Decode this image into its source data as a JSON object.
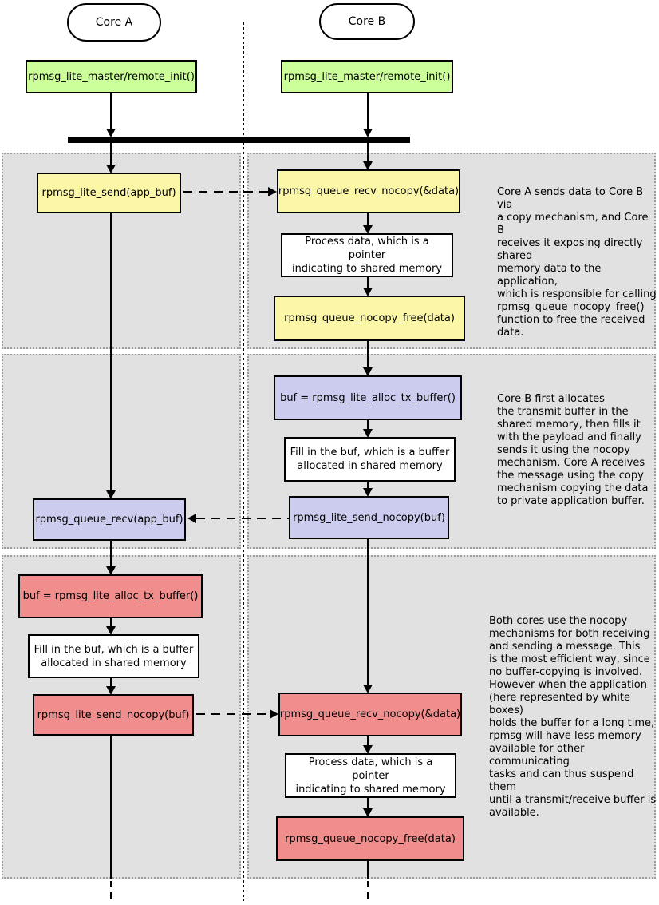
{
  "actors": {
    "core_a": "Core A",
    "core_b": "Core B"
  },
  "init_boxes": {
    "core_a": "rpmsg_lite_master/remote_init()",
    "core_b": "rpmsg_lite_master/remote_init()"
  },
  "sections": [
    {
      "id": "copy-mechanism",
      "boxes": {
        "a_send": "rpmsg_lite_send(app_buf)",
        "b_recv": "rpmsg_queue_recv_nocopy(&data)",
        "b_process": "Process data, which is a pointer\nindicating to shared memory",
        "b_free": "rpmsg_queue_nocopy_free(data)"
      },
      "note": "Core A sends data to Core B via\na copy mechanism, and Core B\nreceives it exposing directly shared\nmemory data to the application,\nwhich is responsible for calling\nrpmsg_queue_nocopy_free()\nfunction to free the received data."
    },
    {
      "id": "nocopy-send",
      "boxes": {
        "b_alloc": "buf = rpmsg_lite_alloc_tx_buffer()",
        "b_fill": "Fill in the buf, which is a buffer\nallocated in shared memory",
        "b_send": "rpmsg_lite_send_nocopy(buf)",
        "a_recv": "rpmsg_queue_recv(app_buf)"
      },
      "note": "Core B first allocates\nthe transmit buffer in the\nshared memory, then fills it\nwith the payload and finally\nsends it using the nocopy\nmechanism. Core A receives\nthe message using the copy\nmechanism copying the data\nto private application buffer."
    },
    {
      "id": "nocopy-both",
      "boxes": {
        "a_alloc": "buf = rpmsg_lite_alloc_tx_buffer()",
        "a_fill": "Fill in the buf, which is a buffer\nallocated in shared memory",
        "a_send": "rpmsg_lite_send_nocopy(buf)",
        "b_recv": "rpmsg_queue_recv_nocopy(&data)",
        "b_process": "Process data, which is a pointer\nindicating to shared memory",
        "b_free": "rpmsg_queue_nocopy_free(data)"
      },
      "note": "Both cores use the nocopy\nmechanisms for both receiving\nand sending a message. This\nis the most efficient way, since\nno buffer-copying is involved.\nHowever when the application\n(here represented by white boxes)\nholds the buffer for a long time,\nrpmsg will have less memory\navailable for other communicating\ntasks and can thus suspend them\nuntil a transmit/receive buffer is\navailable."
    }
  ],
  "colors": {
    "green": "#ccff99",
    "yellow": "#fcf7a6",
    "blue": "#ccccee",
    "red": "#f08e8e",
    "panel": "#e1e1e1"
  }
}
